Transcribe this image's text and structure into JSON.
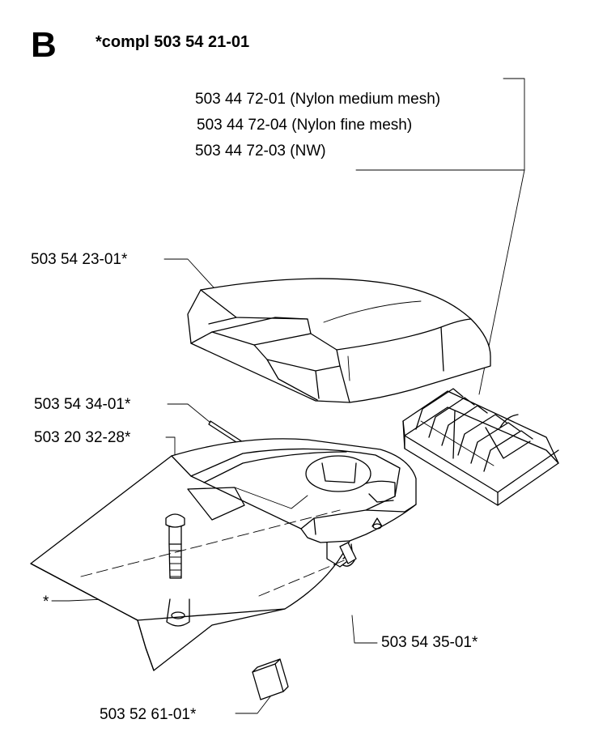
{
  "header": {
    "section_letter": "B",
    "compl_label": "*compl 503 54 21-01"
  },
  "parts": {
    "filter_medium": "503 44 72-01 (Nylon medium mesh)",
    "filter_fine": "503 44 72-04 (Nylon fine mesh)",
    "filter_nw": "503 44 72-03 (NW)",
    "top_cover": "503 54 23-01*",
    "rod": "503 54 34-01*",
    "screw": "503 20 32-28*",
    "marker": "*",
    "clip": "503 54 35-01*",
    "plate": "503 52 61-01*"
  }
}
